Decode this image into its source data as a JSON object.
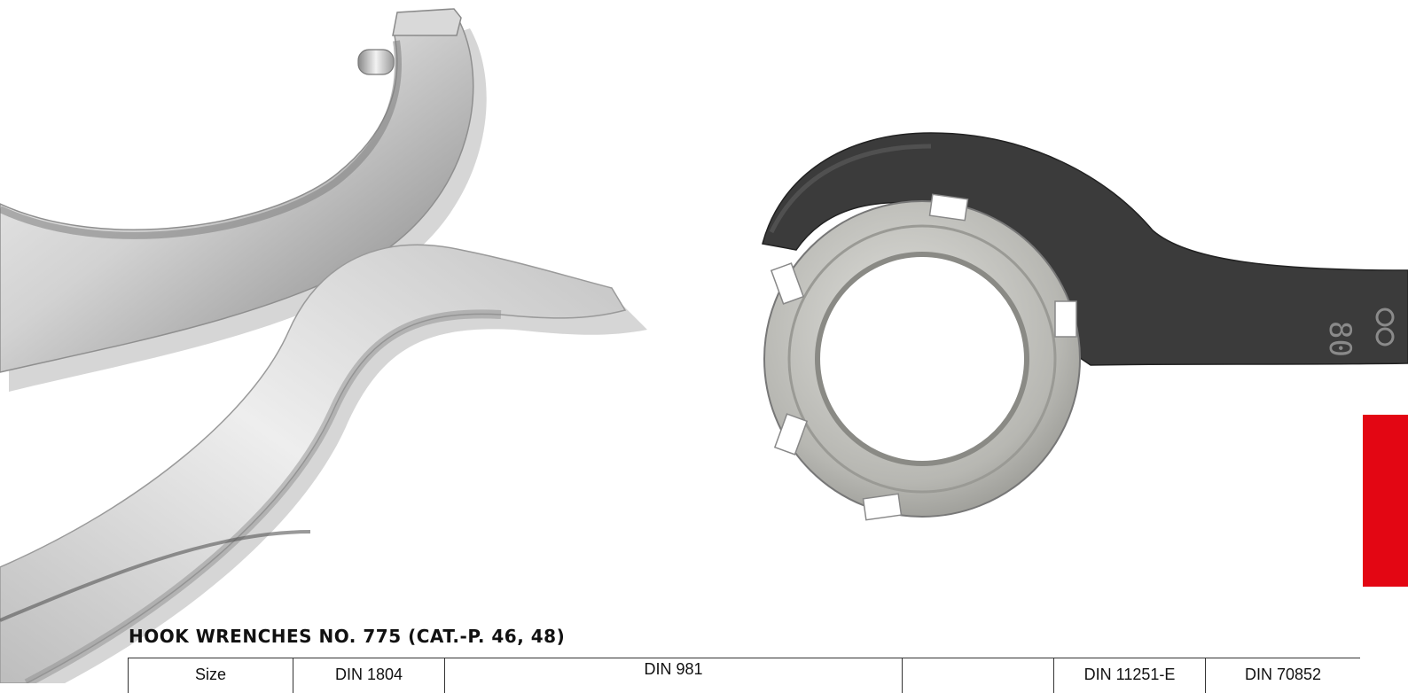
{
  "heading": "HOOK WRENCHES NO. 775 (CAT.-P. 46, 48)",
  "table": {
    "columns": [
      "Size",
      "DIN 1804",
      "DIN  981",
      "",
      "DIN 11251-E",
      "DIN 70852"
    ]
  },
  "photos": {
    "left": "chrome-hook-wrenches-icon",
    "right": "black-hook-wrench-with-slotted-nut-icon",
    "wrench_marking": "80"
  },
  "colors": {
    "accent_red": "#e30613",
    "wrench_black": "#3a3a3a",
    "chrome": "#c9c9c9",
    "nut_silver": "#b9b9b4"
  }
}
